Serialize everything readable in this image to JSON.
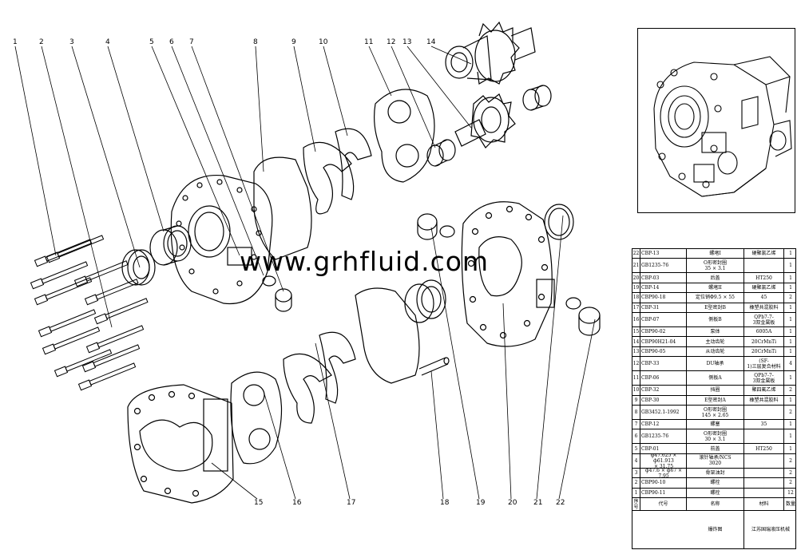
{
  "watermark": "www.grhfluid.com",
  "callouts": [
    "1",
    "2",
    "3",
    "4",
    "5",
    "6",
    "7",
    "8",
    "9",
    "10",
    "11",
    "12",
    "13",
    "14",
    "15",
    "16",
    "17",
    "18",
    "19",
    "20",
    "21",
    "22"
  ],
  "bom": {
    "headers": {
      "no": "序号",
      "code": "代号",
      "name": "名称",
      "material": "材料",
      "qty": "数量"
    },
    "rows": [
      {
        "no": "22",
        "code": "CBP-13",
        "name": "螺堵I",
        "material": "硬聚氯乙烯",
        "qty": "1"
      },
      {
        "no": "21",
        "code": "GB1235-76",
        "name": "O形密封圈\n35 × 3.1",
        "material": "",
        "qty": "1"
      },
      {
        "no": "20",
        "code": "CBP-03",
        "name": "后盖",
        "material": "HT250",
        "qty": "1"
      },
      {
        "no": "19",
        "code": "CBP-14",
        "name": "螺堵II",
        "material": "硬聚氯乙烯",
        "qty": "1"
      },
      {
        "no": "18",
        "code": "CBP90-18",
        "name": "定位销Φ9.5 × 55",
        "material": "45",
        "qty": "2"
      },
      {
        "no": "17",
        "code": "CBP-31",
        "name": "E型密封B",
        "material": "橡塑共混胶料",
        "qty": "1"
      },
      {
        "no": "16",
        "code": "CBP-07",
        "name": "侧板B",
        "material": "QPb7-7-\n3双金属板",
        "qty": "1"
      },
      {
        "no": "15",
        "code": "CBP90-02",
        "name": "泵体",
        "material": "6005A",
        "qty": "1"
      },
      {
        "no": "14",
        "code": "CBP90H21-04",
        "name": "主动齿轮",
        "material": "20CrMnTi",
        "qty": "1"
      },
      {
        "no": "13",
        "code": "CBP90-05",
        "name": "从动齿轮",
        "material": "20CrMnTi",
        "qty": "1"
      },
      {
        "no": "12",
        "code": "CBP-33",
        "name": "DU轴承",
        "material": "(SF-\n1)三层复合材料",
        "qty": "4"
      },
      {
        "no": "11",
        "code": "CBP-06",
        "name": "侧板A",
        "material": "QPb7-7-\n3双金属板",
        "qty": "1"
      },
      {
        "no": "10",
        "code": "CBP-32",
        "name": "挡圈",
        "material": "聚四氟乙烯",
        "qty": "2"
      },
      {
        "no": "9",
        "code": "CBP-30",
        "name": "E型密封A",
        "material": "橡塑共混胶料",
        "qty": "1"
      },
      {
        "no": "8",
        "code": "GB3452.1-1992",
        "name": "O形密封圈\n145 × 2.65",
        "material": "",
        "qty": "2"
      },
      {
        "no": "7",
        "code": "CBP-12",
        "name": "螺塞",
        "material": "35",
        "qty": "1"
      },
      {
        "no": "6",
        "code": "GB1235-76",
        "name": "O形密封圈\n30 × 3.1",
        "material": "",
        "qty": "1"
      },
      {
        "no": "5",
        "code": "CBP-01",
        "name": "前盖",
        "material": "HT250",
        "qty": "1"
      },
      {
        "no": "4",
        "code": "ф47.625 × ф61.913\n× 31.75",
        "name": "滚针轴承/NCS\n3020",
        "material": "",
        "qty": "2"
      },
      {
        "no": "3",
        "code": "ф47.6 × ф67 × 7.95",
        "name": "骨架油封",
        "material": "",
        "qty": "2"
      },
      {
        "no": "2",
        "code": "CBP90-10",
        "name": "螺栓",
        "material": "",
        "qty": "2"
      },
      {
        "no": "1",
        "code": "CBP90-11",
        "name": "螺栓",
        "material": "",
        "qty": "12"
      }
    ],
    "title_block": {
      "company": "江苏国瑞液压机械",
      "title": "爆炸图"
    }
  }
}
